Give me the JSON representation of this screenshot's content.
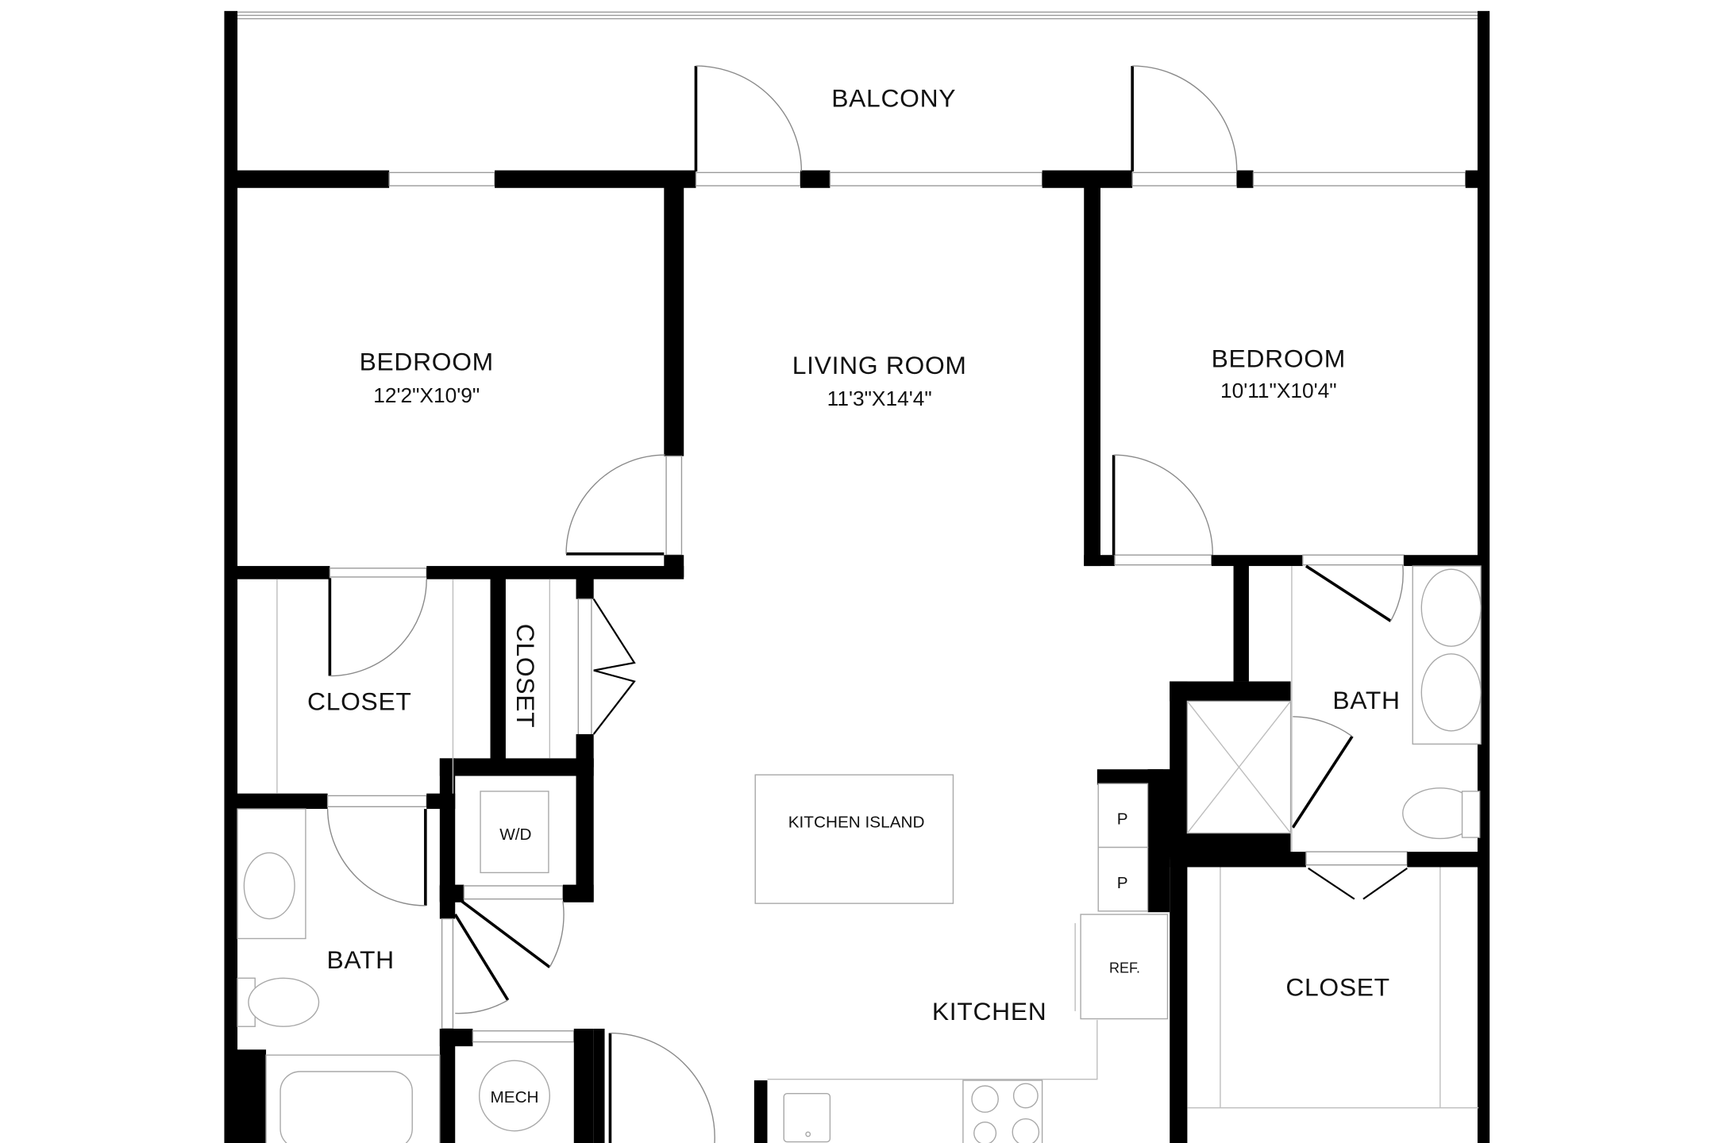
{
  "floor_plan": {
    "rooms": {
      "balcony": {
        "name": "BALCONY"
      },
      "bedroom_left": {
        "name": "BEDROOM",
        "dimensions": "12'2\"X10'9\""
      },
      "living_room": {
        "name": "LIVING ROOM",
        "dimensions": "11'3\"X14'4\""
      },
      "bedroom_right": {
        "name": "BEDROOM",
        "dimensions": "10'11\"X10'4\""
      },
      "closet_left": {
        "name": "CLOSET"
      },
      "closet_narrow": {
        "name": "CLOSET"
      },
      "bath_right": {
        "name": "BATH"
      },
      "kitchen_island": {
        "name": "KITCHEN ISLAND"
      },
      "washer_dryer": {
        "name": "W/D"
      },
      "pantry_1": {
        "name": "P"
      },
      "pantry_2": {
        "name": "P"
      },
      "refrigerator": {
        "name": "REF."
      },
      "bath_left": {
        "name": "BATH"
      },
      "kitchen": {
        "name": "KITCHEN"
      },
      "closet_right": {
        "name": "CLOSET"
      },
      "mechanical": {
        "name": "MECH"
      }
    },
    "colors": {
      "wall": "#000000",
      "background": "#ffffff",
      "fixture_line": "#a8a8a8"
    }
  }
}
